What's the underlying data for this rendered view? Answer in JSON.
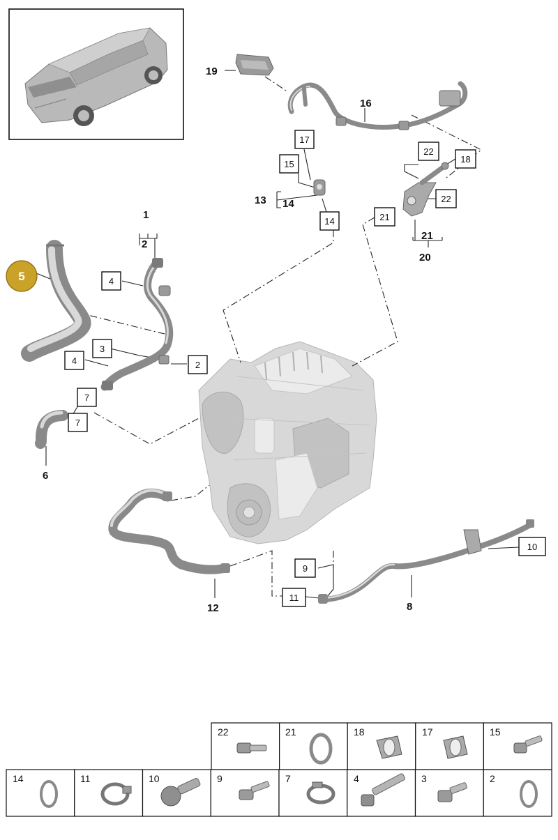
{
  "callouts": {
    "c1": "1",
    "c2_top": "2",
    "c2_side": "2",
    "c3": "3",
    "c4_top": "4",
    "c4_bot": "4",
    "c5": "5",
    "c6": "6",
    "c7_a": "7",
    "c7_b": "7",
    "c8": "8",
    "c9": "9",
    "c10": "10",
    "c11": "11",
    "c12": "12",
    "c13": "13",
    "c14_a": "14",
    "c14_b": "14",
    "c15": "15",
    "c16": "16",
    "c17": "17",
    "c18": "18",
    "c19": "19",
    "c20": "20",
    "c21_a": "21",
    "c21_b": "21",
    "c22_a": "22",
    "c22_b": "22"
  },
  "legend": {
    "row1": [
      "22",
      "21",
      "18",
      "17",
      "15"
    ],
    "row2": [
      "14",
      "11",
      "10",
      "9",
      "7",
      "4",
      "3",
      "2"
    ]
  },
  "colors": {
    "highlight_badge": "#c9a227",
    "pipe": "#8a8a8a",
    "engine": "#d8d8d8"
  }
}
